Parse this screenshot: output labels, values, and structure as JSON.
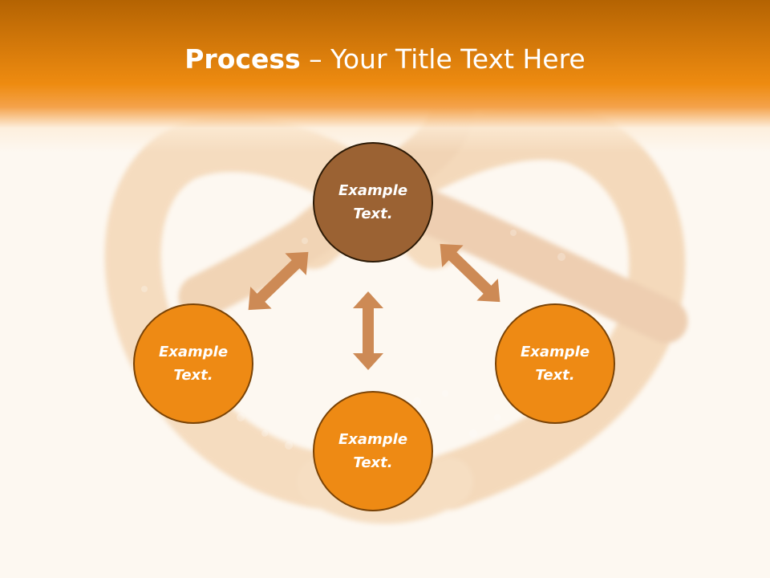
{
  "slide": {
    "title_strong": "Process",
    "title_sep": " – ",
    "title_rest": "Your Title Text Here"
  },
  "nodes": [
    {
      "id": "top",
      "label": "Example\nText.",
      "color": "#9b6233"
    },
    {
      "id": "left",
      "label": "Example\nText.",
      "color": "#ee8a14"
    },
    {
      "id": "bottom",
      "label": "Example\nText.",
      "color": "#ee8a14"
    },
    {
      "id": "right",
      "label": "Example\nText.",
      "color": "#ee8a14"
    }
  ],
  "colors": {
    "header_dark": "#b46302",
    "header_light": "#ee8b10",
    "arrow": "#cd8a55",
    "background": "#fdf8f1"
  },
  "icons": {
    "background_image": "pretzel-image",
    "connector": "double-arrow-icon"
  }
}
